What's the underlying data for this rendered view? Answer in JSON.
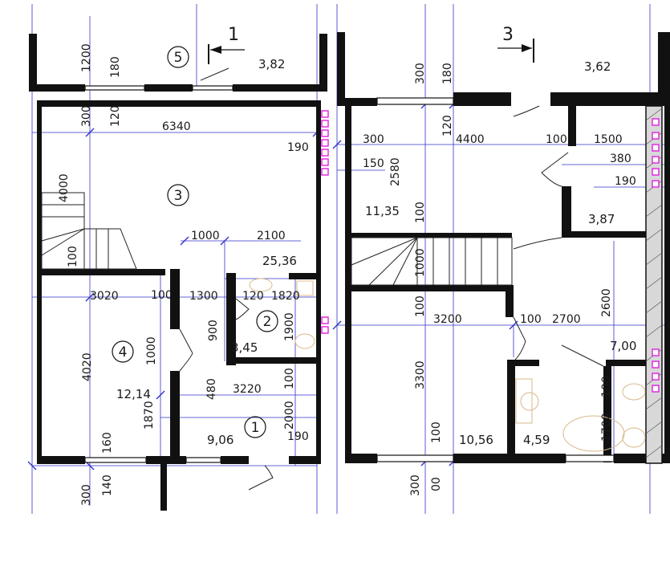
{
  "left_plan": {
    "section_mark": "1",
    "dimensions": [
      "1200",
      "180",
      "300",
      "120",
      "6340",
      "190",
      "4000",
      "100",
      "1000",
      "2100",
      "3020",
      "100",
      "1300",
      "120",
      "1820",
      "900",
      "1900",
      "1000",
      "4020",
      "480",
      "3220",
      "100",
      "2000",
      "1870",
      "160",
      "190",
      "300",
      "140"
    ],
    "rooms": [
      {
        "number": "5",
        "area": "3,82"
      },
      {
        "number": "3",
        "area": "25,36"
      },
      {
        "number": "2",
        "area": "3,45"
      },
      {
        "number": "4",
        "area": "12,14"
      },
      {
        "number": "1",
        "area": "9,06"
      }
    ]
  },
  "right_plan": {
    "section_mark": "3",
    "dimensions": [
      "300",
      "180",
      "120",
      "4400",
      "100",
      "1500",
      "380",
      "190",
      "300",
      "150",
      "2580",
      "100",
      "1000",
      "100",
      "3200",
      "100",
      "2700",
      "2600",
      "3300",
      "1700",
      "100",
      "100",
      "300",
      "00"
    ],
    "rooms": [
      {
        "area": "3,62"
      },
      {
        "area": "11,35"
      },
      {
        "area": "3,87"
      },
      {
        "area": "7,00"
      },
      {
        "area": "10,56"
      },
      {
        "area": "4,59"
      }
    ]
  },
  "colors": {
    "walls": "#111111",
    "dimension_lines": "#3333cc",
    "sockets": "#e020e0",
    "fixtures": "#d8b98a"
  }
}
